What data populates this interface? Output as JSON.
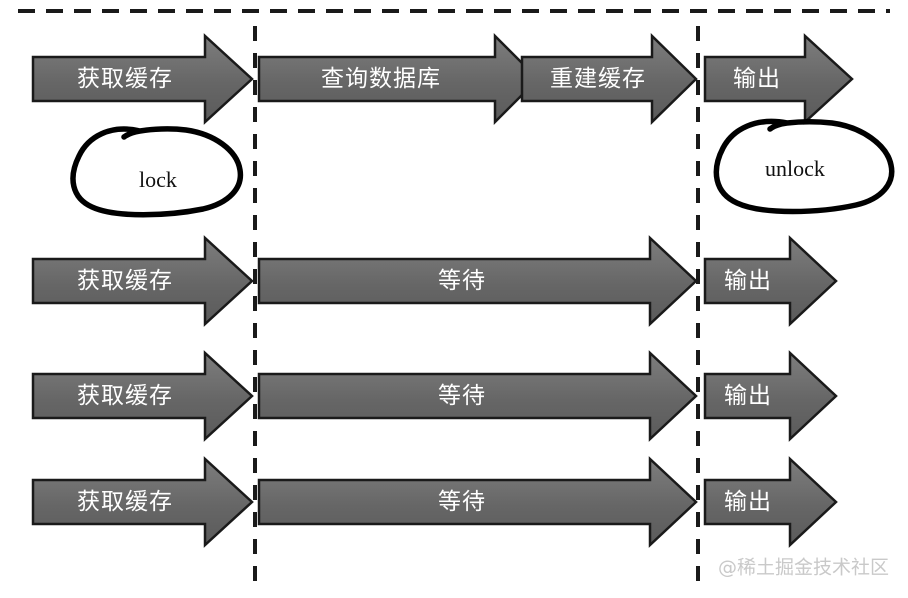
{
  "diagram": {
    "title": "Cache rebuild with lock timeline",
    "background_color": "#ffffff",
    "arrow_fill_light": "#8a8a8a",
    "arrow_fill_dark": "#5d5d5d",
    "arrow_stroke": "#1a1a1a",
    "label_color": "#ffffff",
    "dash_color": "#1a1a1a",
    "watermark_color": "#c9c9c9"
  },
  "guides": {
    "top_line": "horizontal-dashed-boundary",
    "vertical_left": "phase-divider-left",
    "vertical_right": "phase-divider-right"
  },
  "annotations": [
    {
      "id": "lock",
      "label": "lock"
    },
    {
      "id": "unlock",
      "label": "unlock"
    }
  ],
  "watermark": {
    "text": "@稀土掘金技术社区"
  },
  "rows": [
    {
      "id": "row-thread-1",
      "steps": [
        {
          "id": "r1-get-cache",
          "label": "获取缓存"
        },
        {
          "id": "r1-query-db",
          "label": "查询数据库"
        },
        {
          "id": "r1-rebuild-cache",
          "label": "重建缓存"
        },
        {
          "id": "r1-output",
          "label": "输出"
        }
      ]
    },
    {
      "id": "row-thread-2",
      "steps": [
        {
          "id": "r2-get-cache",
          "label": "获取缓存"
        },
        {
          "id": "r2-wait",
          "label": "等待"
        },
        {
          "id": "r2-output",
          "label": "输出"
        }
      ]
    },
    {
      "id": "row-thread-3",
      "steps": [
        {
          "id": "r3-get-cache",
          "label": "获取缓存"
        },
        {
          "id": "r3-wait",
          "label": "等待"
        },
        {
          "id": "r3-output",
          "label": "输出"
        }
      ]
    },
    {
      "id": "row-thread-4",
      "steps": [
        {
          "id": "r4-get-cache",
          "label": "获取缓存"
        },
        {
          "id": "r4-wait",
          "label": "等待"
        },
        {
          "id": "r4-output",
          "label": "输出"
        }
      ]
    }
  ]
}
